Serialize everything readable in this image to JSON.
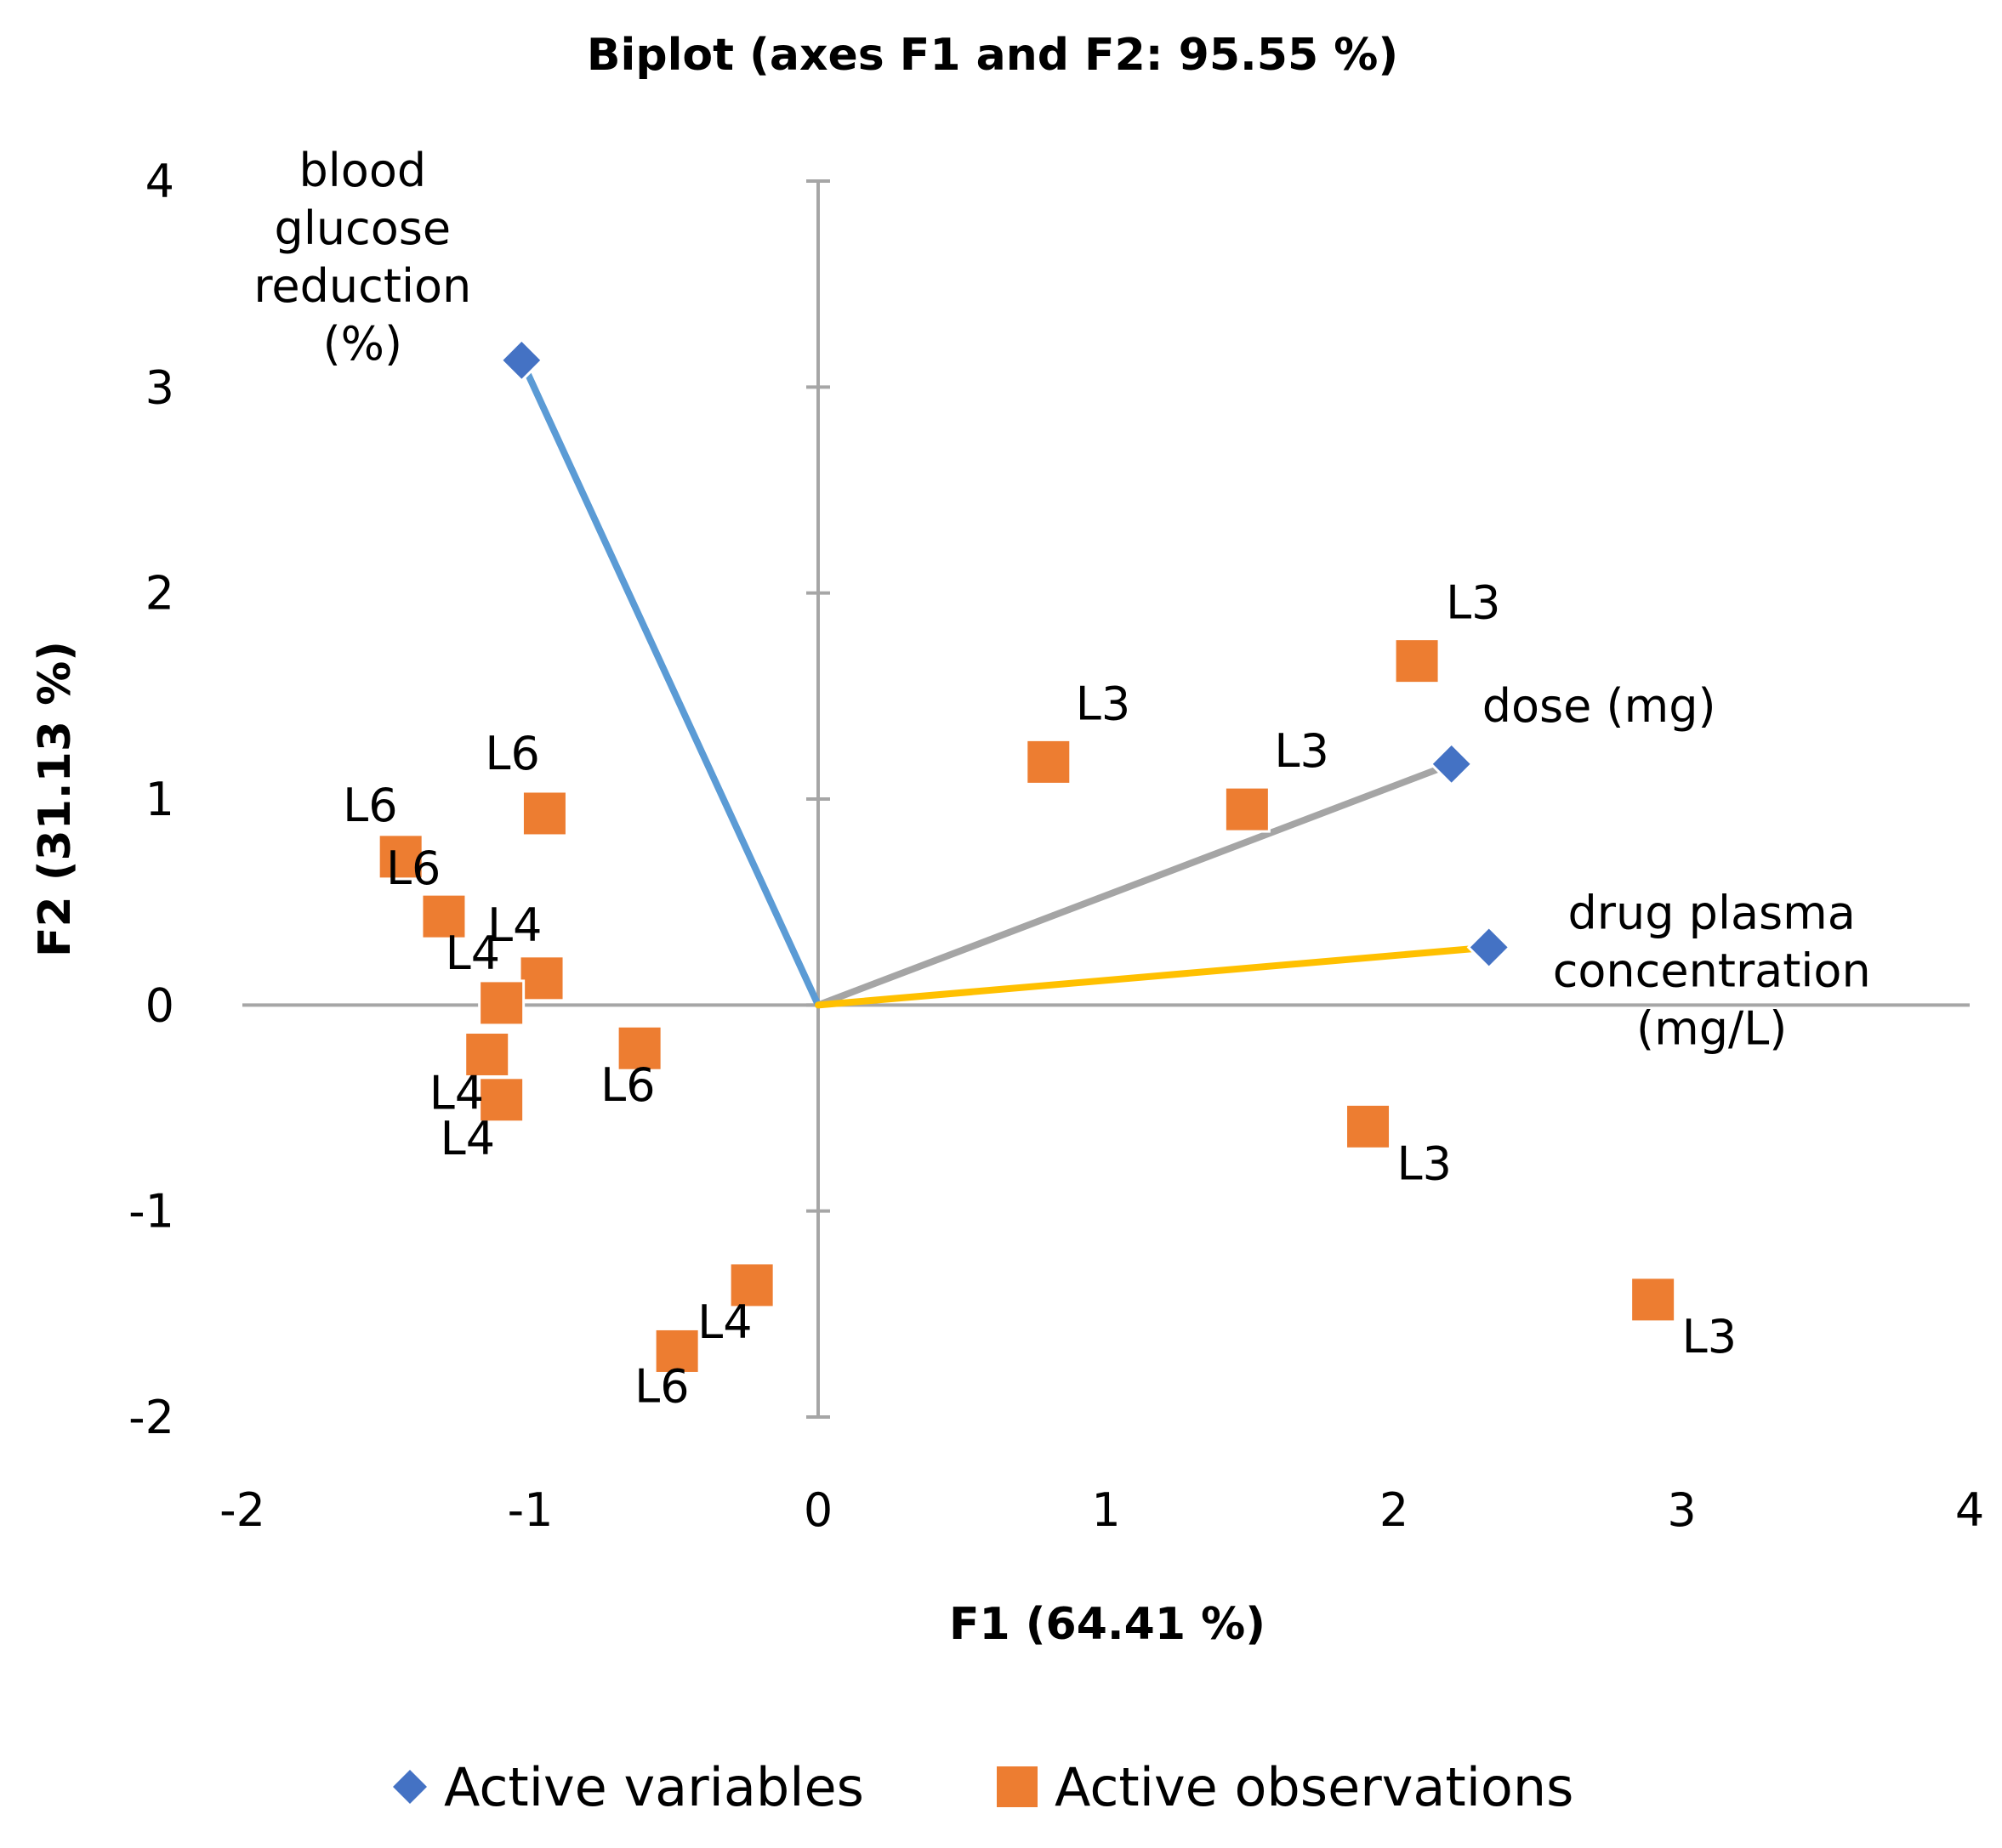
{
  "chart_data": {
    "type": "scatter",
    "title": "Biplot (axes F1 and F2: 95.55 %)",
    "xlabel": "F1 (64.41 %)",
    "ylabel": "F2 (31.13 %)",
    "xlim": [
      -2,
      4
    ],
    "ylim": [
      -2,
      4
    ],
    "x_ticks": [
      "-2",
      "-1",
      "0",
      "1",
      "2",
      "3",
      "4"
    ],
    "y_ticks": [
      "-2",
      "-1",
      "0",
      "1",
      "2",
      "3",
      "4"
    ],
    "grid": false,
    "legend_position": "bottom",
    "colors": {
      "variables": "#4472C4",
      "observations": "#ED7D31",
      "axis": "#A6A6A6",
      "vector_glucose": "#5B9BD5",
      "vector_dose": "#A5A5A5",
      "vector_plasma": "#FFC000"
    },
    "series": [
      {
        "name": "Active variables",
        "marker": "diamond",
        "points": [
          {
            "x": -1.03,
            "y": 3.13,
            "label_lines": [
              "blood",
              "glucose",
              "reduction",
              "(%)"
            ],
            "vector_color": "#5B9BD5"
          },
          {
            "x": 2.2,
            "y": 1.17,
            "label_lines": [
              "dose (mg)"
            ],
            "vector_color": "#A5A5A5"
          },
          {
            "x": 2.33,
            "y": 0.28,
            "label_lines": [
              "drug plasma",
              "concentration",
              "(mg/L)"
            ],
            "vector_color": "#FFC000"
          }
        ]
      },
      {
        "name": "Active observations",
        "marker": "square",
        "points": [
          {
            "x": 2.08,
            "y": 1.67,
            "label": "L3"
          },
          {
            "x": 0.8,
            "y": 1.18,
            "label": "L3"
          },
          {
            "x": 1.49,
            "y": 0.95,
            "label": "L3"
          },
          {
            "x": 1.91,
            "y": -0.59,
            "label": "L3"
          },
          {
            "x": 2.9,
            "y": -1.43,
            "label": "L3"
          },
          {
            "x": -0.95,
            "y": 0.93,
            "label": "L6"
          },
          {
            "x": -1.45,
            "y": 0.72,
            "label": "L6"
          },
          {
            "x": -1.3,
            "y": 0.43,
            "label": "L6"
          },
          {
            "x": -0.62,
            "y": -0.21,
            "label": "L6"
          },
          {
            "x": -0.49,
            "y": -1.68,
            "label": "L6"
          },
          {
            "x": -0.96,
            "y": 0.13,
            "label": "L4"
          },
          {
            "x": -1.1,
            "y": 0.01,
            "label": "L4"
          },
          {
            "x": -1.15,
            "y": -0.24,
            "label": "L4"
          },
          {
            "x": -1.1,
            "y": -0.46,
            "label": "L4"
          },
          {
            "x": -0.23,
            "y": -1.36,
            "label": "L4"
          }
        ]
      }
    ]
  }
}
